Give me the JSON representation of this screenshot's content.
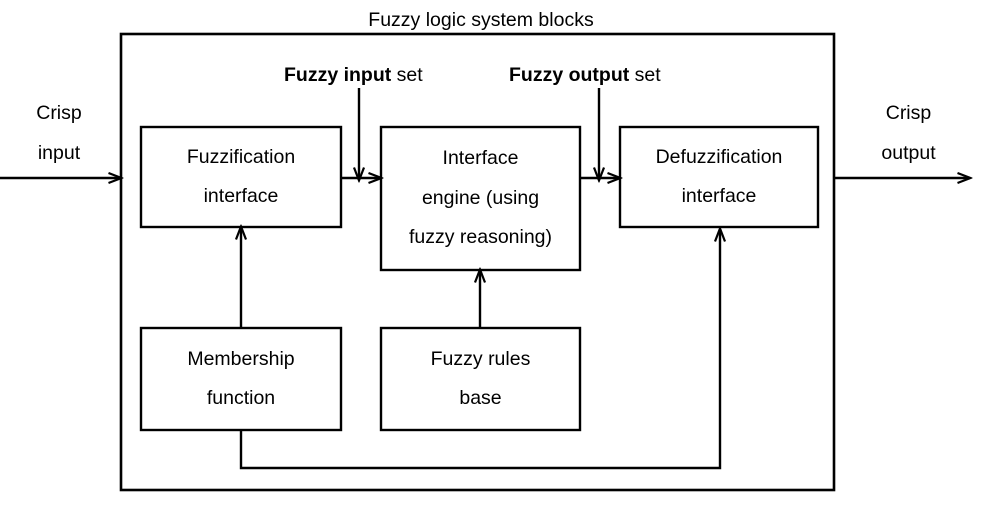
{
  "diagram": {
    "title": "Fuzzy logic system blocks",
    "boxes": [
      {
        "id": "fuzzification",
        "lines": [
          "Fuzzification",
          "interface"
        ]
      },
      {
        "id": "interface-engine",
        "lines": [
          "Interface",
          "engine (using",
          "fuzzy reasoning)"
        ]
      },
      {
        "id": "defuzzification",
        "lines": [
          "Defuzzification",
          "interface"
        ]
      },
      {
        "id": "membership-function",
        "lines": [
          "Membership",
          "function"
        ]
      },
      {
        "id": "fuzzy-rules-base",
        "lines": [
          "Fuzzy rules",
          "base"
        ]
      }
    ],
    "io_labels": {
      "input": [
        "Crisp",
        "input"
      ],
      "output": [
        "Crisp",
        "output"
      ]
    },
    "annotations": {
      "fuzzy_input_bold": "Fuzzy input",
      "fuzzy_input_rest": " set",
      "fuzzy_output_bold": "Fuzzy output",
      "fuzzy_output_rest": " set"
    },
    "colors": {
      "stroke": "#000000",
      "background": "#ffffff",
      "text": "#000000"
    }
  }
}
